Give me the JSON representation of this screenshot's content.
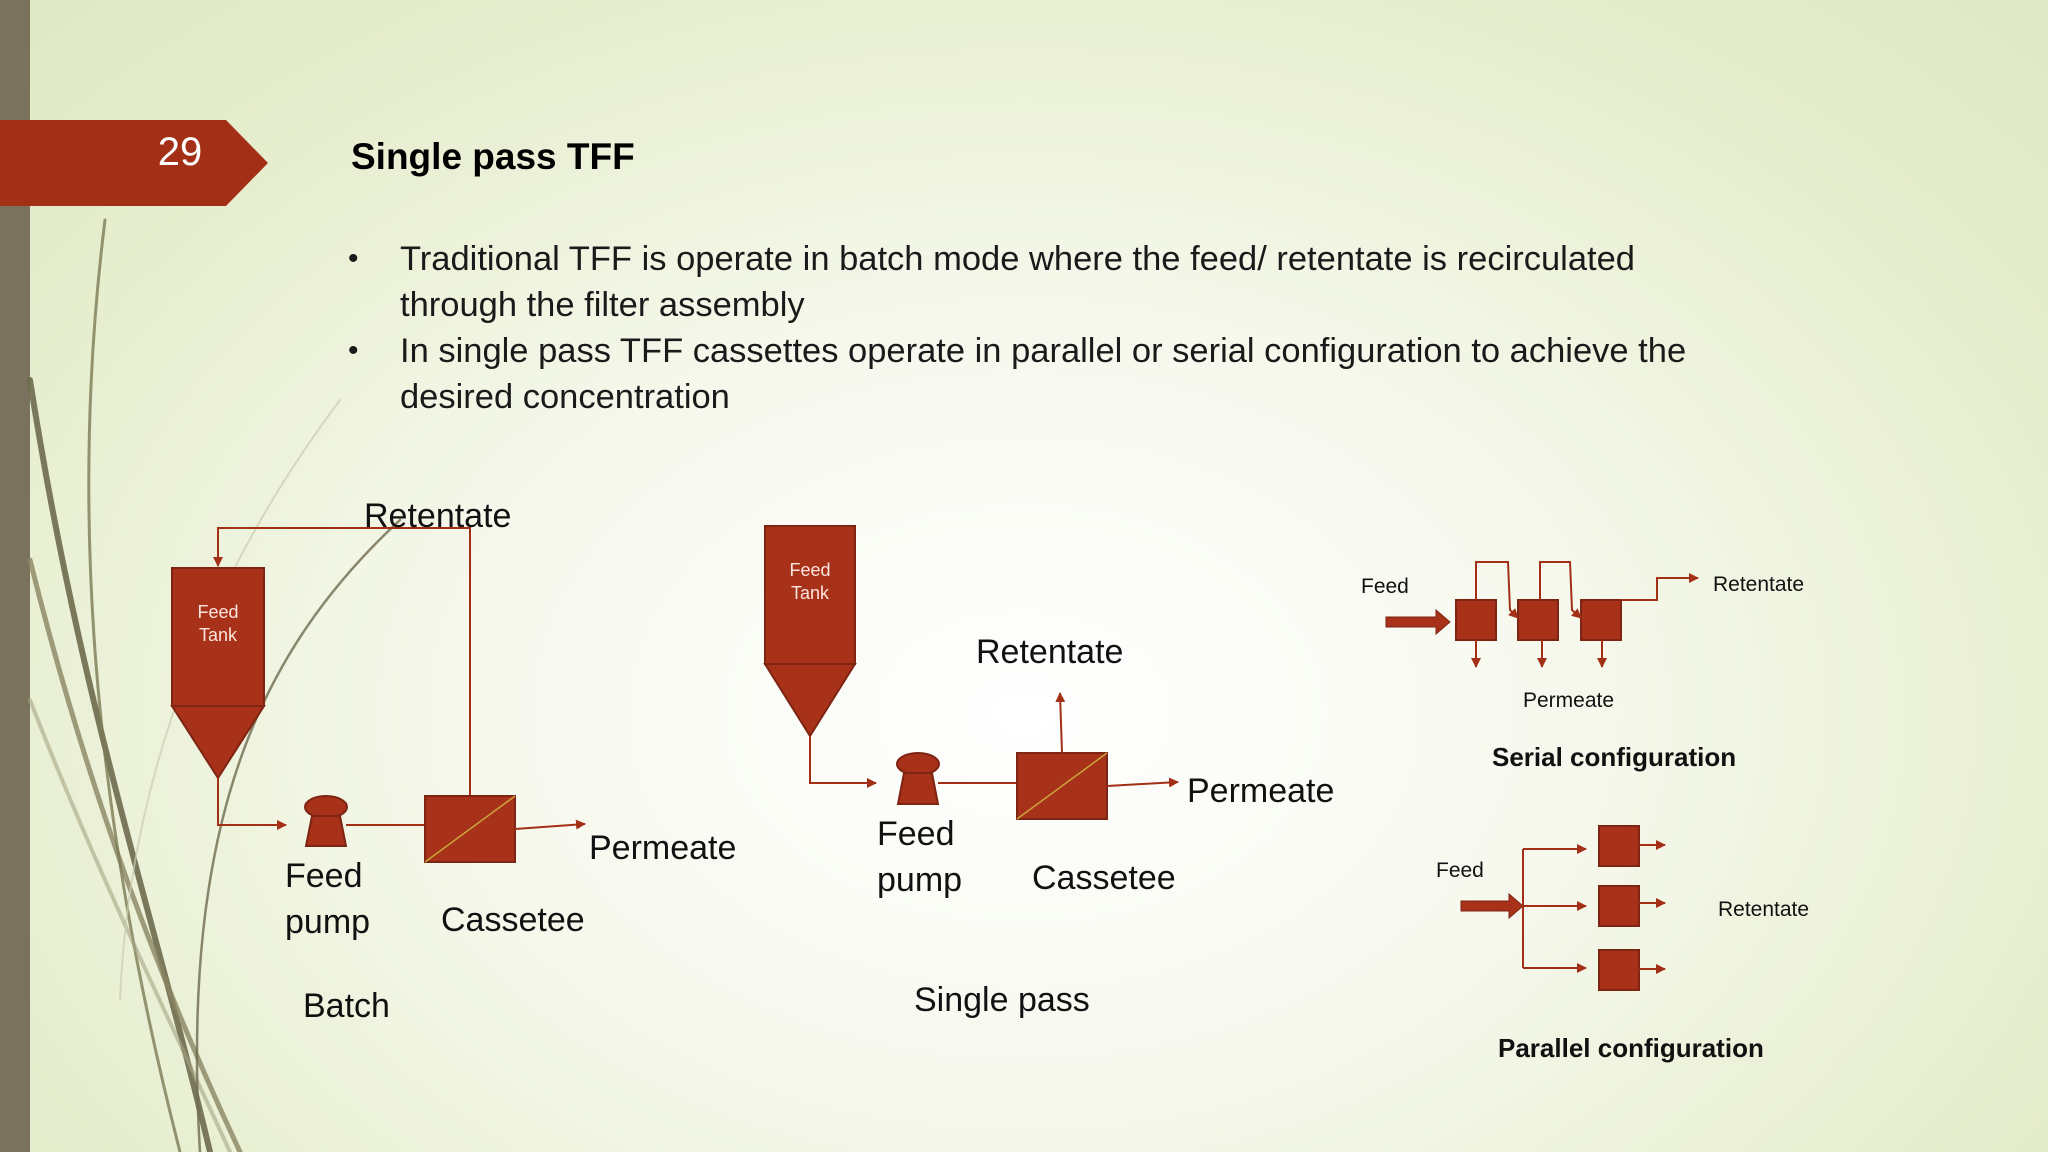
{
  "slide": {
    "number": "29",
    "title": "Single pass TFF",
    "bullets": [
      "Traditional TFF is operate in batch mode where the feed/ retentate is recirculated through the filter assembly",
      "In single pass TFF cassettes operate in parallel or serial configuration to achieve the desired concentration"
    ]
  },
  "colors": {
    "accent": "#a33016",
    "unit_fill": "#a8311a",
    "unit_stroke": "#7d2412",
    "line": "#a33016",
    "sidebar": "#7b725e"
  },
  "batch": {
    "tank_label": "Feed\nTank",
    "retentate": "Retentate",
    "pump_line1": "Feed",
    "pump_line2": "pump",
    "cassette": "Cassetee",
    "permeate": "Permeate",
    "caption": "Batch"
  },
  "single_pass": {
    "tank_label": "Feed\nTank",
    "retentate": "Retentate",
    "pump_line1": "Feed",
    "pump_line2": "pump",
    "cassette": "Cassetee",
    "permeate": "Permeate",
    "caption": "Single pass"
  },
  "serial": {
    "feed": "Feed",
    "retentate": "Retentate",
    "permeate": "Permeate",
    "caption": "Serial configuration"
  },
  "parallel": {
    "feed": "Feed",
    "retentate": "Retentate",
    "caption": "Parallel configuration"
  }
}
